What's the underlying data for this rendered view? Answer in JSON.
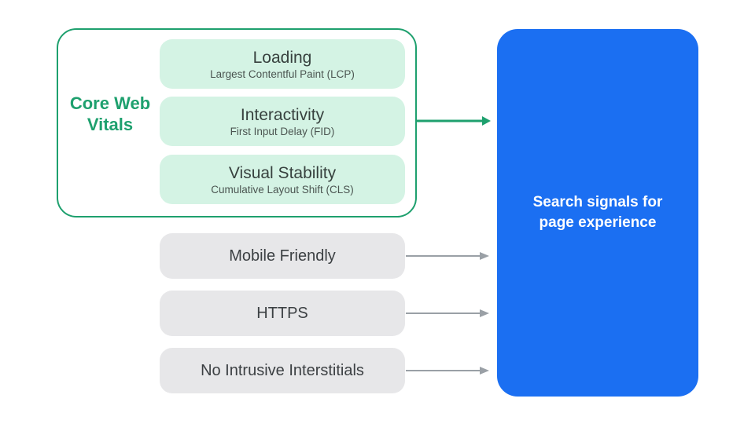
{
  "diagram": {
    "core_panel": {
      "label": "Core Web Vitals",
      "vitals": [
        {
          "title": "Loading",
          "subtitle": "Largest Contentful Paint (LCP)"
        },
        {
          "title": "Interactivity",
          "subtitle": "First Input Delay (FID)"
        },
        {
          "title": "Visual Stability",
          "subtitle": "Cumulative Layout Shift (CLS)"
        }
      ]
    },
    "other_signals": [
      {
        "label": "Mobile Friendly"
      },
      {
        "label": "HTTPS"
      },
      {
        "label": "No Intrusive Interstitials"
      }
    ],
    "result_box": {
      "label": "Search signals for page experience"
    },
    "colors": {
      "green_accent": "#1EA06E",
      "green_fill": "#D4F3E4",
      "blue_fill": "#1B6FF2",
      "gray_fill": "#E7E7E9",
      "gray_arrow": "#9AA0A6",
      "dark_text": "#3C4043",
      "vital_title_text": "#37413E",
      "vital_subtitle_text": "#4B5551",
      "white_text": "#FFFFFF"
    }
  }
}
